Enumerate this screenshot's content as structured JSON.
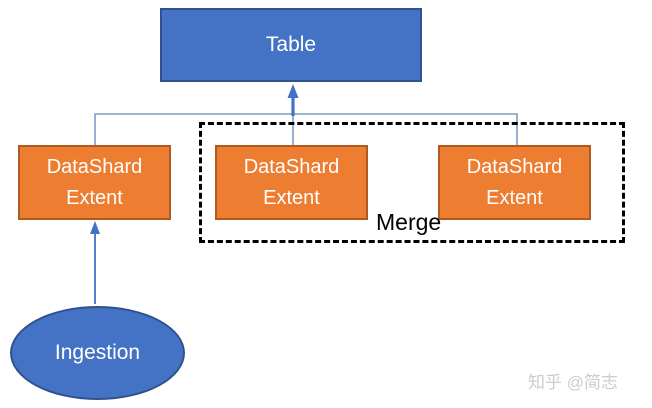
{
  "diagram": {
    "table": {
      "label": "Table"
    },
    "shards": [
      {
        "label": "DataShard Extent"
      },
      {
        "label": "DataShard Extent"
      },
      {
        "label": "DataShard Extent"
      }
    ],
    "merge": {
      "label": "Merge"
    },
    "ingestion": {
      "label": "Ingestion"
    },
    "watermark": "知乎 @简志"
  },
  "colors": {
    "blue_node_fill": "#4472C4",
    "blue_node_border": "#2F528F",
    "orange_node_fill": "#ED7D31",
    "orange_node_border": "#AE5A21",
    "connector_line": "#7F9DC1",
    "arrow": "#4472C4",
    "merge_border": "#000000",
    "watermark_text": "#cccccc"
  }
}
